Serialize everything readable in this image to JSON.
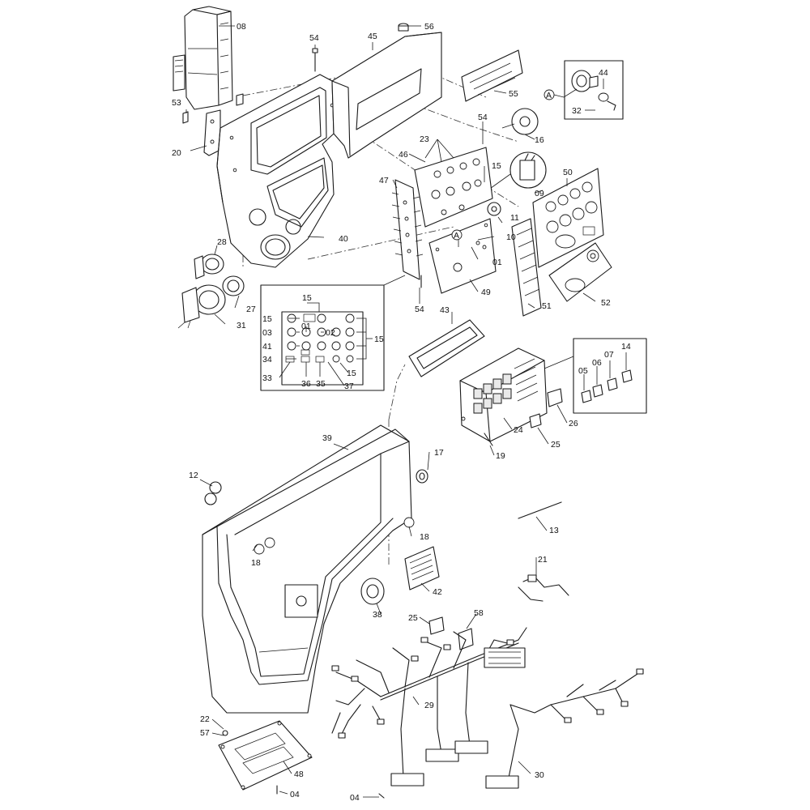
{
  "callouts": {
    "c08": "08",
    "c56": "56",
    "c54a": "54",
    "c45": "45",
    "c55": "55",
    "c53": "53",
    "c20": "20",
    "c44": "44",
    "c32": "32",
    "cA1": "A",
    "c54b": "54",
    "c16": "16",
    "c23": "23",
    "c46": "46",
    "c15a": "15",
    "c09": "09",
    "c47": "47",
    "c50": "50",
    "c11": "11",
    "c10": "10",
    "cA2": "A",
    "c01a": "01",
    "c40": "40",
    "c28": "28",
    "c27": "27",
    "c31": "31",
    "c49": "49",
    "c51": "51",
    "c52": "52",
    "c54c": "54",
    "d15top": "15",
    "d15l1": "15",
    "d01": "01",
    "d02": "02",
    "d03": "03",
    "d15r": "15",
    "d41": "41",
    "d34": "34",
    "d33": "33",
    "d36": "36",
    "d35": "35",
    "d37": "37",
    "d15b": "15",
    "c43": "43",
    "c14": "14",
    "c07": "07",
    "c06": "06",
    "c05": "05",
    "c26": "26",
    "c24": "24",
    "c25a": "25",
    "c19": "19",
    "c39": "39",
    "c17": "17",
    "c12": "12",
    "c18a": "18",
    "c18b": "18",
    "c13": "13",
    "c21": "21",
    "c42": "42",
    "c38": "38",
    "c25b": "25",
    "c58": "58",
    "c29": "29",
    "c22": "22",
    "c57": "57",
    "c48": "48",
    "c04a": "04",
    "c04b": "04",
    "c30": "30"
  }
}
